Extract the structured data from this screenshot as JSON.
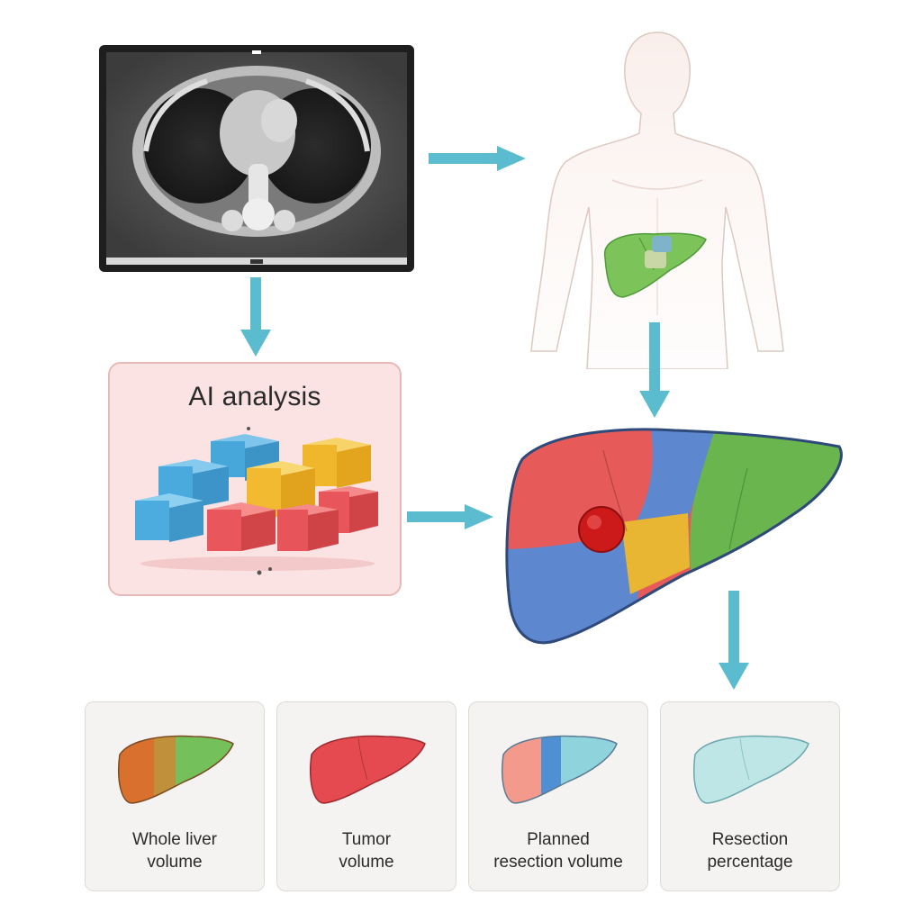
{
  "ai_panel": {
    "title": "AI analysis"
  },
  "metrics": [
    {
      "line1": "Whole liver",
      "line2": "volume"
    },
    {
      "line1": "Tumor",
      "line2": "volume"
    },
    {
      "line1": "Planned",
      "line2": "resection volume"
    },
    {
      "line1": "Resection",
      "line2": "percentage"
    }
  ],
  "colors": {
    "arrow": "#5bbcd0",
    "segment_red": "#e65a59",
    "segment_blue": "#5d87cf",
    "segment_yellow": "#e9b634",
    "segment_green": "#6bb54e",
    "tumor": "#cc1a1a",
    "ai_panel_bg": "#fbe3e3"
  }
}
